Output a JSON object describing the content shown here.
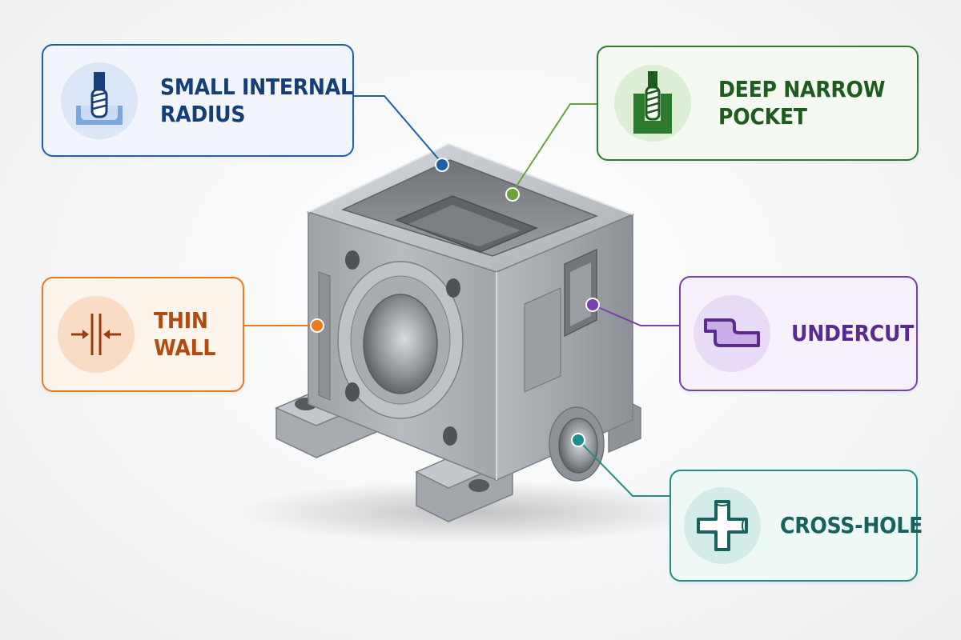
{
  "callouts": [
    {
      "id": "small-internal-radius",
      "line1": "SMALL INTERNAL",
      "line2": "RADIUS",
      "icon": "end-mill-in-fillet-icon",
      "color": "#1f5fa8"
    },
    {
      "id": "deep-narrow-pocket",
      "line1": "DEEP NARROW",
      "line2": "POCKET",
      "icon": "end-mill-in-pocket-icon",
      "color": "#2f7d2f"
    },
    {
      "id": "thin-wall",
      "line1": "THIN",
      "line2": "WALL",
      "icon": "thin-wall-arrows-icon",
      "color": "#e87a22"
    },
    {
      "id": "undercut",
      "line1": "UNDERCUT",
      "icon": "undercut-profile-icon",
      "color": "#7a3fae"
    },
    {
      "id": "cross-hole",
      "line1": "CROSS-HOLE",
      "icon": "cross-hole-icon",
      "color": "#1f8f87"
    }
  ],
  "part": {
    "icon": "machined-aluminum-block",
    "color": "#a9adb2"
  }
}
